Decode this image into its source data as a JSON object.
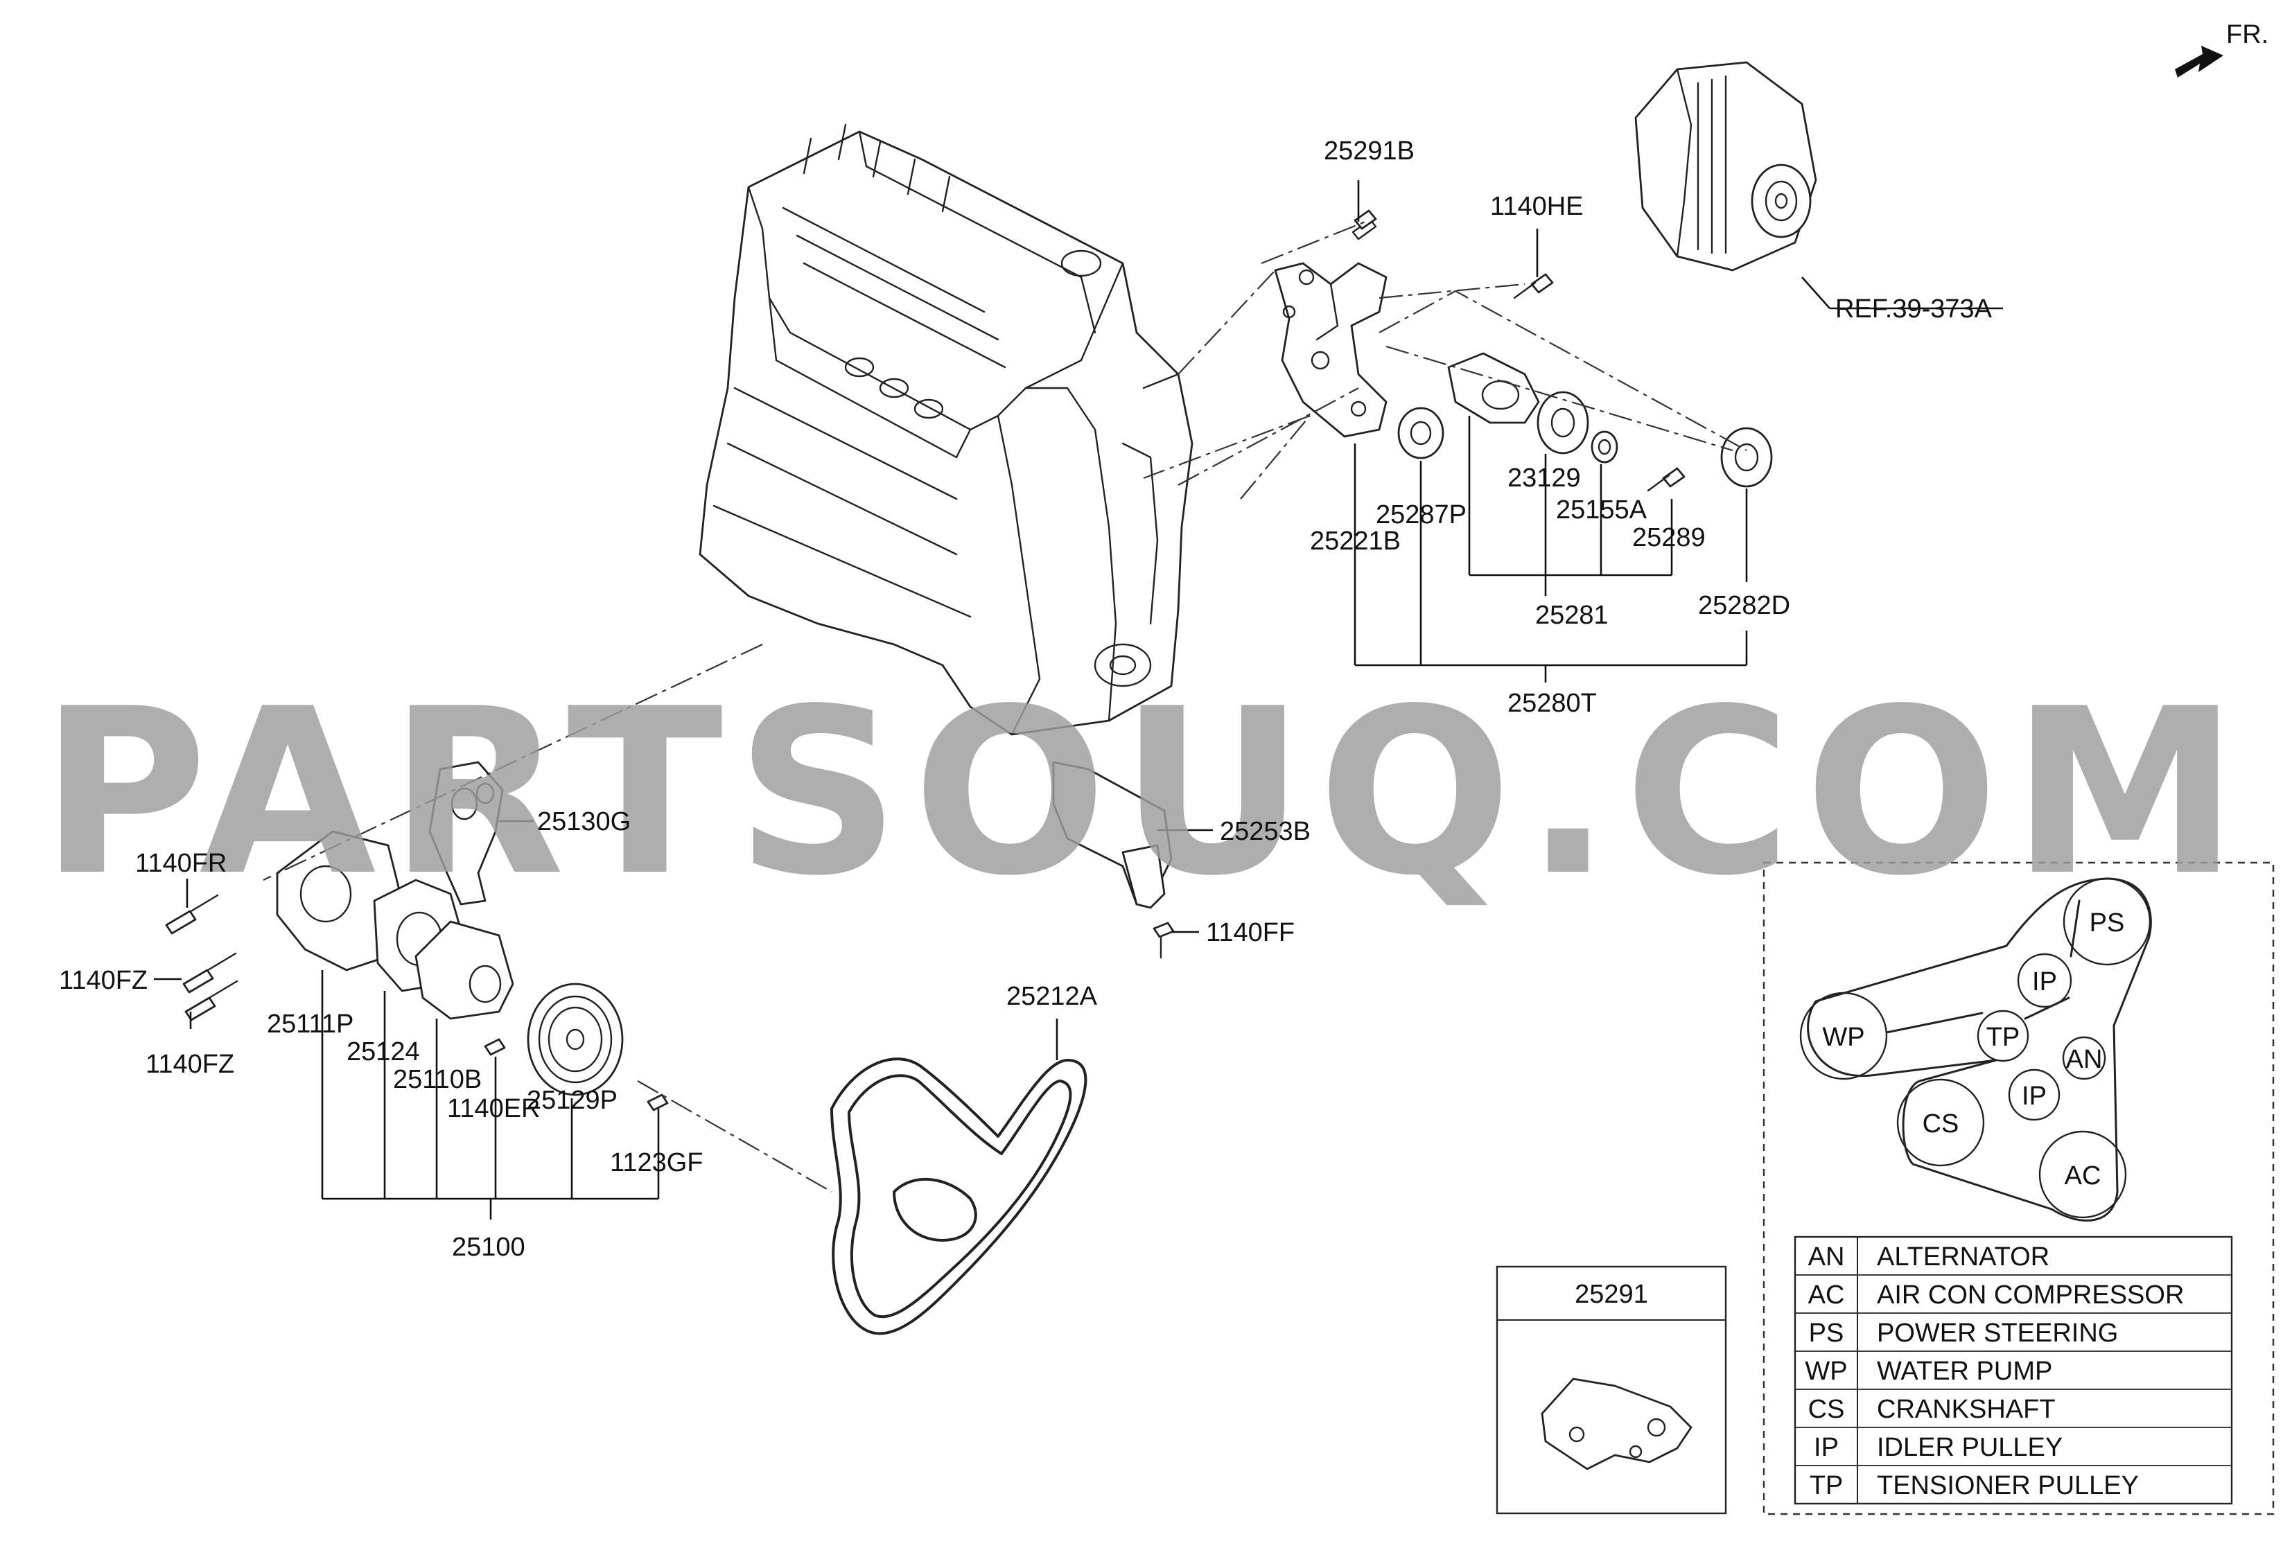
{
  "direction_label": "FR.",
  "reference_label": "REF.39-373A",
  "watermark": "PARTSOUQ.COM",
  "part_labels": {
    "p25291B": "25291B",
    "p1140HE": "1140HE",
    "p23129": "23129",
    "p25155A": "25155A",
    "p25289": "25289",
    "p25287P": "25287P",
    "p25221B": "25221B",
    "p25281": "25281",
    "p25282D": "25282D",
    "p25280T": "25280T",
    "p25130G": "25130G",
    "p25253B": "25253B",
    "p1140FF": "1140FF",
    "p1140FR": "1140FR",
    "p1140FZ_a": "1140FZ",
    "p1140FZ_b": "1140FZ",
    "p25111P": "25111P",
    "p25124": "25124",
    "p25110B": "25110B",
    "p1140ER": "1140ER",
    "p25129P": "25129P",
    "p1123GF": "1123GF",
    "p25100": "25100",
    "p25212A": "25212A"
  },
  "inset_box": {
    "title": "25291"
  },
  "belt_routing": {
    "pulleys": [
      {
        "code": "PS"
      },
      {
        "code": "IP"
      },
      {
        "code": "WP"
      },
      {
        "code": "TP"
      },
      {
        "code": "AN"
      },
      {
        "code": "IP"
      },
      {
        "code": "CS"
      },
      {
        "code": "AC"
      }
    ]
  },
  "legend": [
    {
      "code": "AN",
      "name": "ALTERNATOR"
    },
    {
      "code": "AC",
      "name": "AIR CON COMPRESSOR"
    },
    {
      "code": "PS",
      "name": "POWER STEERING"
    },
    {
      "code": "WP",
      "name": "WATER PUMP"
    },
    {
      "code": "CS",
      "name": "CRANKSHAFT"
    },
    {
      "code": "IP",
      "name": "IDLER PULLEY"
    },
    {
      "code": "TP",
      "name": "TENSIONER PULLEY"
    }
  ]
}
